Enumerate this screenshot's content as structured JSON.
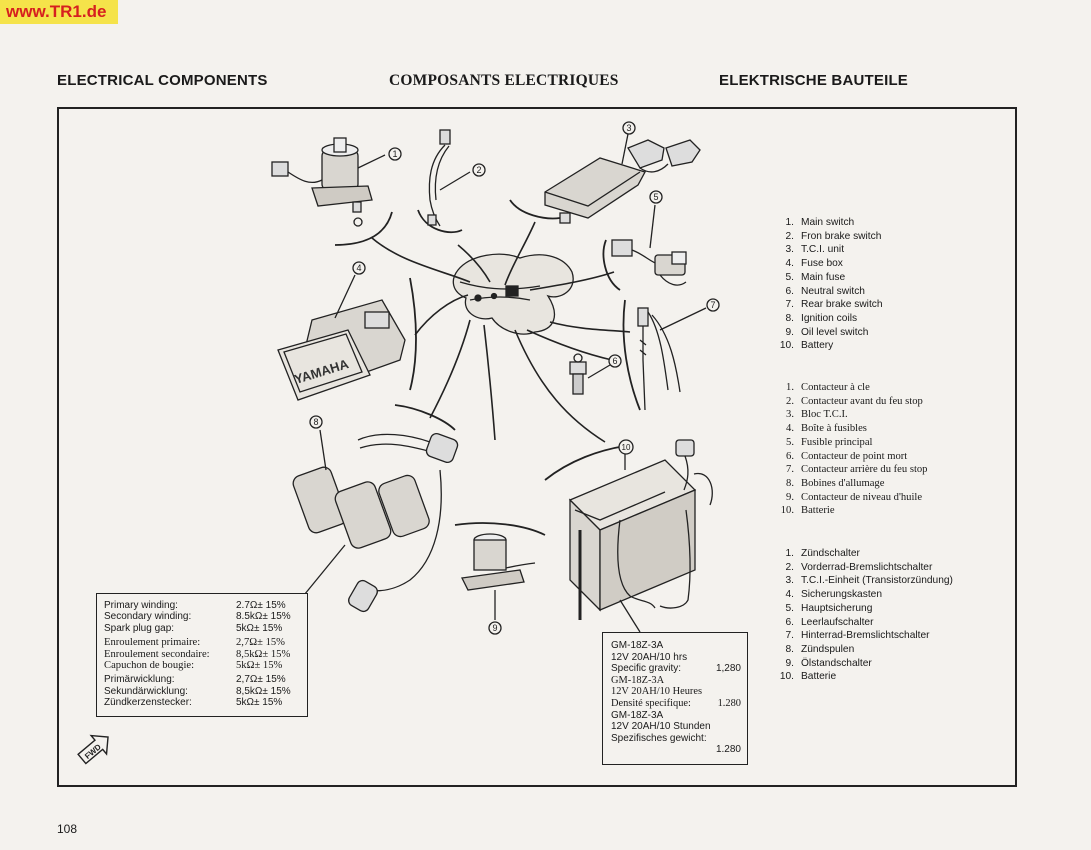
{
  "watermark": "www.TR1.de",
  "headings": {
    "english": "ELECTRICAL COMPONENTS",
    "french": "COMPOSANTS ELECTRIQUES",
    "german": "ELEKTRISCHE BAUTEILE"
  },
  "callouts": [
    "1",
    "2",
    "3",
    "4",
    "5",
    "6",
    "7",
    "8",
    "9",
    "10"
  ],
  "battery_brand": "YAMAHA",
  "legend_en": [
    {
      "n": "1.",
      "t": "Main switch"
    },
    {
      "n": "2.",
      "t": "Fron brake switch"
    },
    {
      "n": "3.",
      "t": "T.C.I. unit"
    },
    {
      "n": "4.",
      "t": "Fuse box"
    },
    {
      "n": "5.",
      "t": "Main fuse"
    },
    {
      "n": "6.",
      "t": "Neutral switch"
    },
    {
      "n": "7.",
      "t": "Rear brake switch"
    },
    {
      "n": "8.",
      "t": "Ignition coils"
    },
    {
      "n": "9.",
      "t": "Oil level switch"
    },
    {
      "n": "10.",
      "t": "Battery"
    }
  ],
  "legend_fr": [
    {
      "n": "1.",
      "t": "Contacteur à cle"
    },
    {
      "n": "2.",
      "t": "Contacteur avant du feu stop"
    },
    {
      "n": "3.",
      "t": "Bloc T.C.I."
    },
    {
      "n": "4.",
      "t": "Boîte à fusibles"
    },
    {
      "n": "5.",
      "t": "Fusible principal"
    },
    {
      "n": "6.",
      "t": "Contacteur de point mort"
    },
    {
      "n": "7.",
      "t": "Contacteur arrière du feu stop"
    },
    {
      "n": "8.",
      "t": "Bobines d'allumage"
    },
    {
      "n": "9.",
      "t": "Contacteur de niveau d'huile"
    },
    {
      "n": "10.",
      "t": "Batterie"
    }
  ],
  "legend_de": [
    {
      "n": "1.",
      "t": "Zündschalter"
    },
    {
      "n": "2.",
      "t": "Vorderrad-Bremslichtschalter"
    },
    {
      "n": "3.",
      "t": "T.C.I.-Einheit (Transistorzündung)"
    },
    {
      "n": "4.",
      "t": "Sicherungskasten"
    },
    {
      "n": "5.",
      "t": "Hauptsicherung"
    },
    {
      "n": "6.",
      "t": "Leerlaufschalter"
    },
    {
      "n": "7.",
      "t": "Hinterrad-Bremslichtschalter"
    },
    {
      "n": "8.",
      "t": "Zündspulen"
    },
    {
      "n": "9.",
      "t": "Ölstandschalter"
    },
    {
      "n": "10.",
      "t": "Batterie"
    }
  ],
  "resistance": {
    "en": [
      {
        "label": "Primary winding:",
        "value": "2.7Ω± 15%"
      },
      {
        "label": "Secondary winding:",
        "value": "8.5kΩ± 15%"
      },
      {
        "label": "Spark plug gap:",
        "value": "5kΩ± 15%"
      }
    ],
    "fr": [
      {
        "label": "Enroulement primaire:",
        "value": "2,7Ω± 15%"
      },
      {
        "label": "Enroulement secondaire:",
        "value": "8,5kΩ± 15%"
      },
      {
        "label": "Capuchon de bougie:",
        "value": "5kΩ± 15%"
      }
    ],
    "de": [
      {
        "label": "Primärwicklung:",
        "value": "2,7Ω± 15%"
      },
      {
        "label": "Sekundärwicklung:",
        "value": "8,5kΩ± 15%"
      },
      {
        "label": "Zündkerzenstecker:",
        "value": "5kΩ± 15%"
      }
    ]
  },
  "battery_spec": {
    "en": {
      "model": "GM-18Z-3A",
      "rating": "12V  20AH/10 hrs",
      "gravity_label": "Specific gravity:",
      "gravity_value": "1,280"
    },
    "fr": {
      "model": "GM-18Z-3A",
      "rating": "12V  20AH/10 Heures",
      "gravity_label": "Densité specifique:",
      "gravity_value": "1.280"
    },
    "de": {
      "model": "GM-18Z-3A",
      "rating": "12V  20AH/10 Stunden",
      "gravity_label": "Spezifisches gewicht:",
      "gravity_value": "1.280"
    }
  },
  "fwd_icon_label": "FWD",
  "page_number": "108"
}
